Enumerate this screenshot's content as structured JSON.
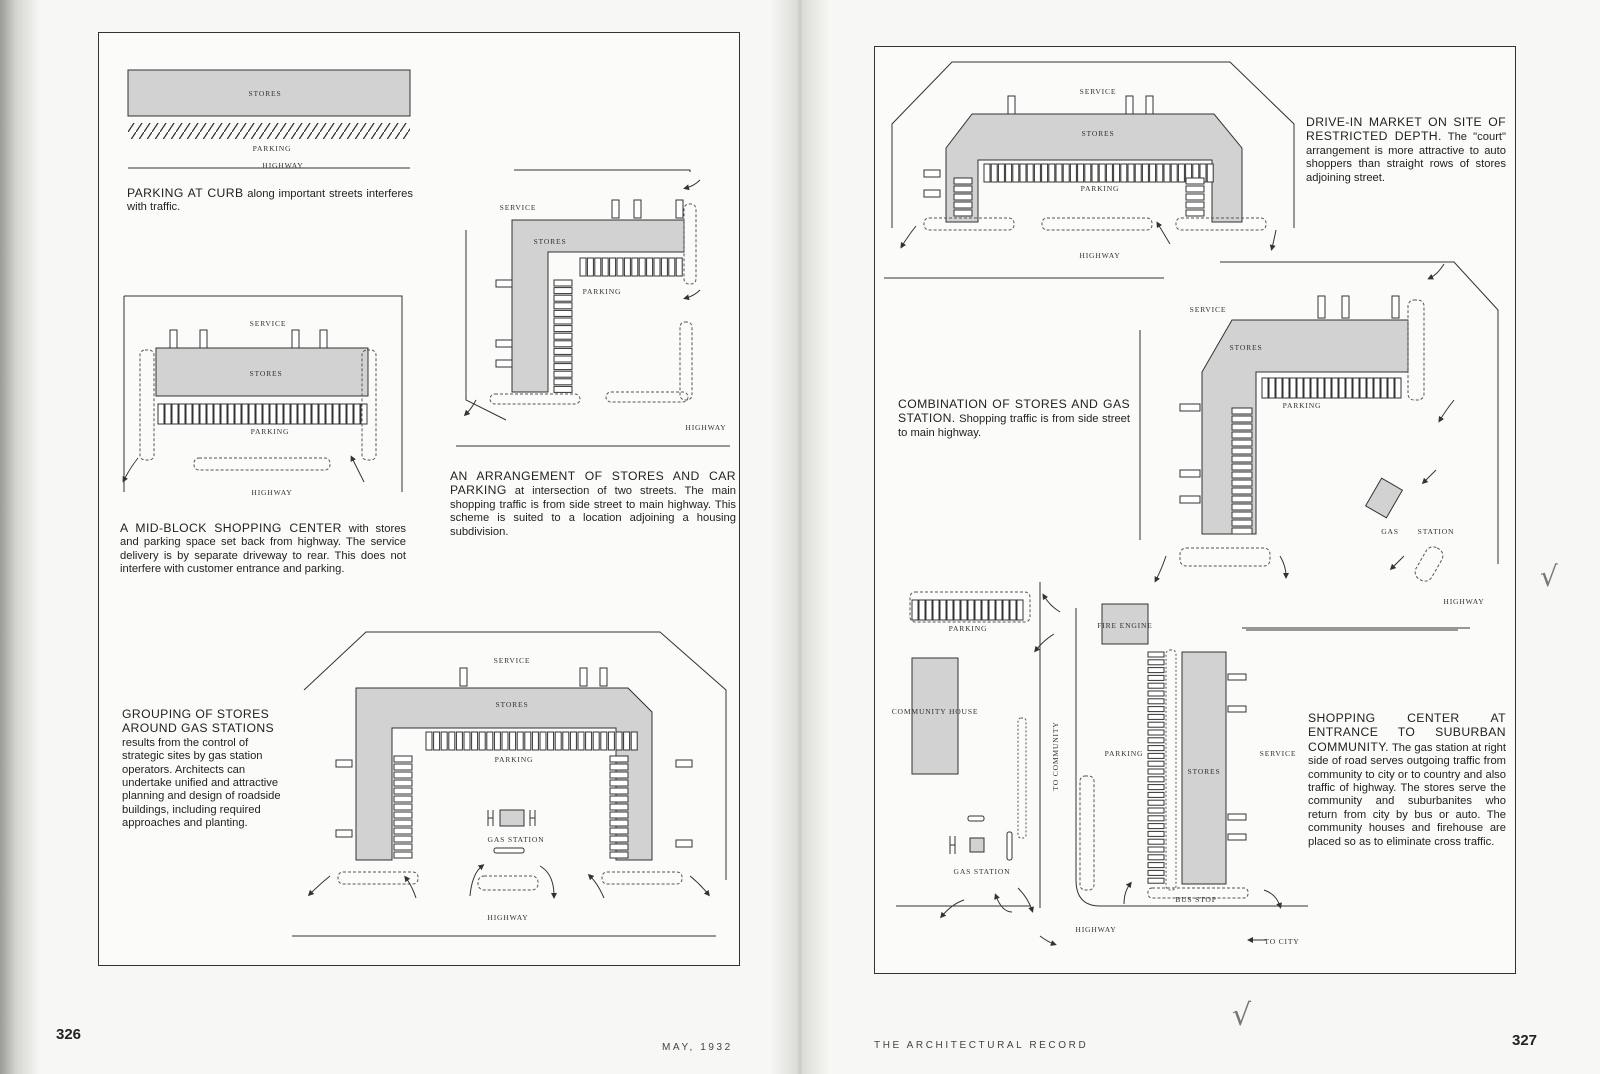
{
  "left_page": {
    "folio": "326",
    "running_head": "MAY, 1932",
    "diagrams": [
      {
        "labels": [
          "STORES",
          "PARKING",
          "HIGHWAY"
        ],
        "caption_lead": "PARKING AT CURB",
        "caption_body": "along important streets interferes with traffic."
      },
      {
        "labels": [
          "SERVICE",
          "STORES",
          "PARKING",
          "HIGHWAY"
        ],
        "caption_lead": "A MID-BLOCK SHOPPING CENTER",
        "caption_body": "with stores and parking space set back from highway. The service delivery is by separate driveway to rear. This does not interfere with customer entrance and parking."
      },
      {
        "labels": [
          "SERVICE",
          "STORES",
          "PARKING",
          "HIGHWAY"
        ],
        "caption_lead": "AN ARRANGEMENT OF STORES AND CAR PARKING",
        "caption_body": "at intersection of two streets. The main shopping traffic is from side street to main highway. This scheme is suited to a location adjoining a housing subdivision."
      },
      {
        "labels": [
          "SERVICE",
          "STORES",
          "PARKING",
          "GAS STATION",
          "HIGHWAY"
        ],
        "caption_lead": "GROUPING OF STORES AROUND GAS STATIONS",
        "caption_body": "results from the control of strategic sites by gas station operators. Architects can undertake unified and attractive planning and design of roadside buildings, including required approaches and planting."
      }
    ]
  },
  "right_page": {
    "folio": "327",
    "running_head": "THE ARCHITECTURAL RECORD",
    "diagrams": [
      {
        "labels": [
          "SERVICE",
          "STORES",
          "PARKING",
          "HIGHWAY"
        ],
        "caption_lead": "DRIVE-IN MARKET ON SITE OF RESTRICTED DEPTH.",
        "caption_body": "The \"court\" arrangement is more attractive to auto shoppers than straight rows of stores adjoining street."
      },
      {
        "labels": [
          "SERVICE",
          "STORES",
          "PARKING",
          "GAS",
          "STATION",
          "HIGHWAY"
        ],
        "caption_lead": "COMBINATION OF STORES AND GAS STATION.",
        "caption_body": "Shopping traffic is from side street to main highway."
      },
      {
        "labels": [
          "PARKING",
          "FIRE ENGINE",
          "COMMUNITY HOUSE",
          "TO COMMUNITY",
          "PARKING",
          "STORES",
          "SERVICE",
          "GAS STATION",
          "BUS STOP",
          "HIGHWAY",
          "TO CITY"
        ],
        "caption_lead": "SHOPPING CENTER AT ENTRANCE TO SUBURBAN COMMUNITY.",
        "caption_body": "The gas station at right side of road serves outgoing traffic from community to city or to country and also traffic of highway. The stores serve the community and suburbanites who return from city by bus or auto. The community houses and firehouse are placed so as to eliminate cross traffic."
      }
    ]
  },
  "colors": {
    "paper": "#f7f7f5",
    "building": "#d2d2d2",
    "ink": "#333333"
  }
}
